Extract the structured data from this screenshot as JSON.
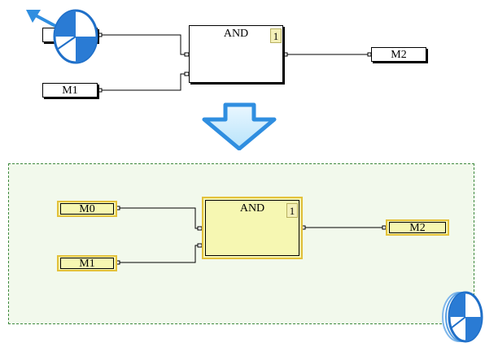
{
  "top": {
    "input_top_label": "M0",
    "input_bottom_label": "M1",
    "block_label": "AND",
    "block_exec_order": "1",
    "output_label": "M2"
  },
  "bottom": {
    "input_top_label": "M0",
    "input_bottom_label": "M1",
    "block_label": "AND",
    "block_exec_order": "1",
    "output_label": "M2"
  },
  "colors": {
    "arrow": "#2f8ee0",
    "selection_fill": "#f6f7b2",
    "selection_border": "#e3c13a",
    "region_fill": "#f2f9ec",
    "region_border": "#3f8a3f"
  }
}
